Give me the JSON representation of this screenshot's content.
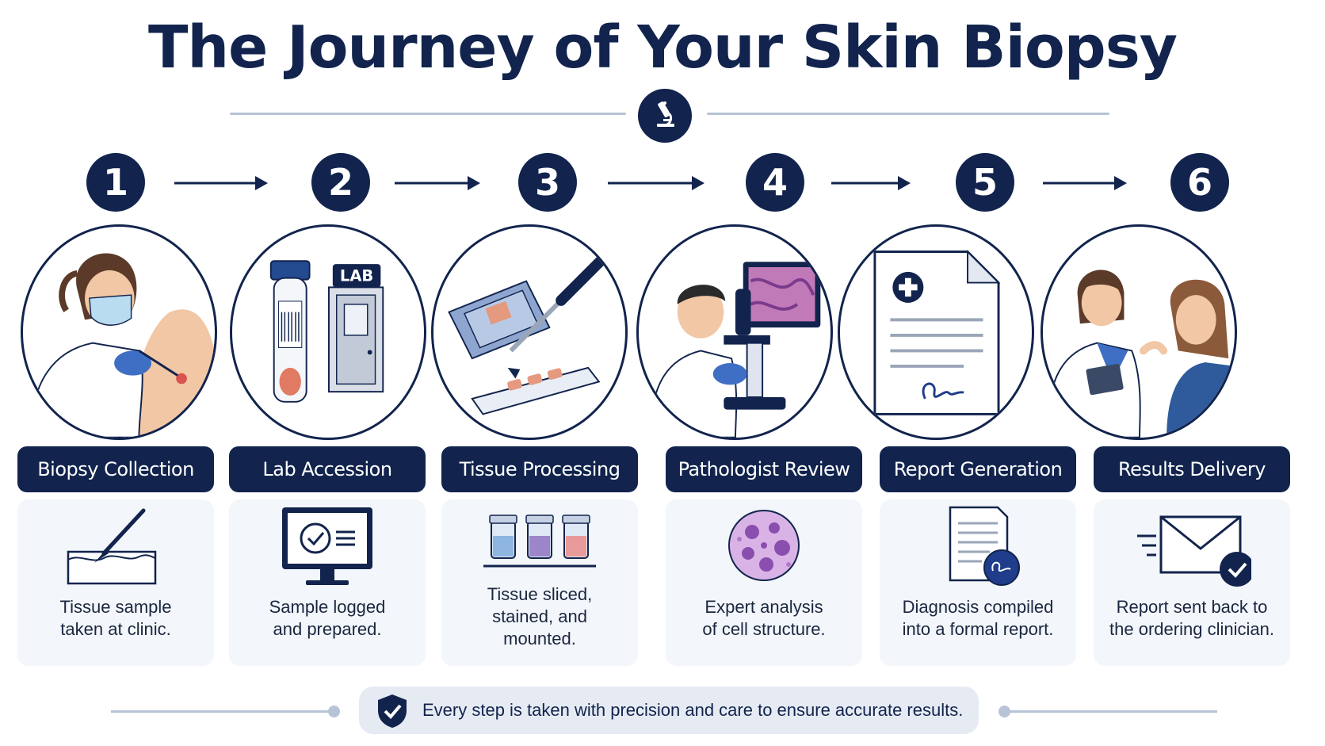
{
  "title": "The Journey of Your Skin Biopsy",
  "colors": {
    "navy": "#12244d",
    "card_bg": "#f3f6fa",
    "line": "#b7c3d6",
    "pill_bg": "#e6ebf3"
  },
  "header_icon": "microscope-icon",
  "steps": [
    {
      "number": "1",
      "label": "Biopsy Collection",
      "description": "Tissue sample\ntaken at clinic.",
      "card_icon": "scalpel-skin-icon"
    },
    {
      "number": "2",
      "label": "Lab Accession",
      "description": "Sample logged\nand prepared.",
      "card_icon": "monitor-checklist-icon",
      "lab_sign": "LAB"
    },
    {
      "number": "3",
      "label": "Tissue Processing",
      "description": "Tissue sliced,\nstained, and\nmounted.",
      "card_icon": "stain-vials-icon"
    },
    {
      "number": "4",
      "label": "Pathologist Review",
      "description": "Expert analysis\nof cell structure.",
      "card_icon": "cell-icon"
    },
    {
      "number": "5",
      "label": "Report Generation",
      "description": "Diagnosis compiled\ninto a formal report.",
      "card_icon": "signed-report-icon"
    },
    {
      "number": "6",
      "label": "Results Delivery",
      "description": "Report sent back to\nthe ordering clinician.",
      "card_icon": "envelope-check-icon"
    }
  ],
  "footer": {
    "text": "Every step is taken with precision and care to ensure accurate results.",
    "icon": "shield-check-icon"
  }
}
